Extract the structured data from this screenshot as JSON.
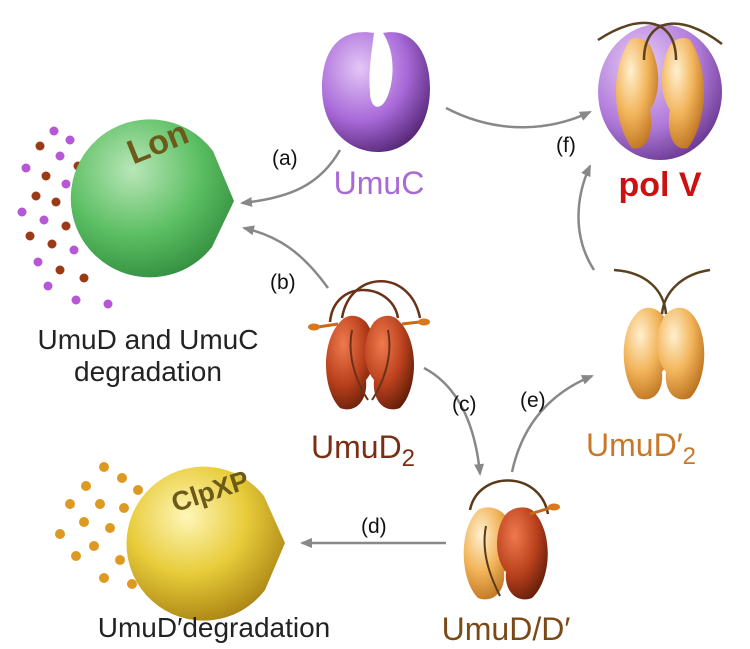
{
  "proteins": {
    "umuc": "UmuC",
    "polv": "pol V",
    "umud2": "UmuD",
    "umud2_sub": "2",
    "umudp2": "UmuD′",
    "umudp2_sub": "2",
    "umud_dp": "UmuD/D′"
  },
  "proteases": {
    "lon": "Lon",
    "clpxp": "ClpXP"
  },
  "steps": {
    "a": "(a)",
    "b": "(b)",
    "c": "(c)",
    "d": "(d)",
    "e": "(e)",
    "f": "(f)"
  },
  "degradation": {
    "lon_line1": "UmuD and UmuC",
    "lon_line2": "degradation",
    "clpxp": "UmuD′degradation"
  },
  "colors": {
    "umuc": "#a86ad6",
    "polv": "#cc1111",
    "umud": "#7a2e14",
    "umudp": "#c9782a",
    "lon": "#4caf5a",
    "clpxp": "#d8b720",
    "arrow": "#888888",
    "umuc_particle": "#b657d6",
    "umud_particle": "#9a3a16",
    "umudp_particle": "#dd9a22"
  }
}
